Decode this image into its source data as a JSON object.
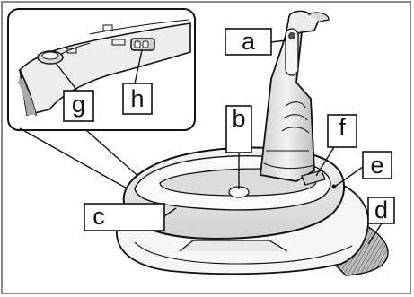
{
  "labels": {
    "a": "a",
    "b": "b",
    "c": "c",
    "d": "d",
    "e": "e",
    "f": "f",
    "g": "g",
    "h": "h"
  },
  "colors": {
    "line": "#111111",
    "shade": "#c9c9c9",
    "light_shade": "#e6e6e6",
    "frame": "#8a8a8a"
  }
}
